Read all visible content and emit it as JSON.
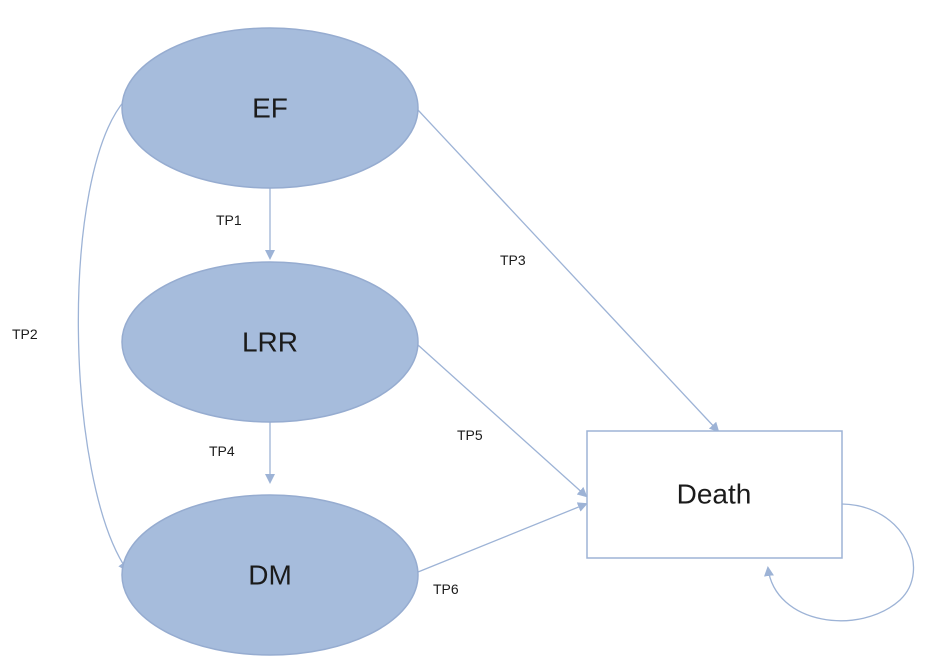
{
  "colors": {
    "state_fill": "#a6bcdc",
    "state_stroke": "#96acd0",
    "arrow": "#9db3d6",
    "box_stroke": "#9db3d6",
    "text": "#1b1b1b"
  },
  "nodes": {
    "ef": {
      "label": "EF"
    },
    "lrr": {
      "label": "LRR"
    },
    "dm": {
      "label": "DM"
    },
    "death": {
      "label": "Death"
    }
  },
  "edges": {
    "tp1": {
      "label": "TP1",
      "from": "EF",
      "to": "LRR"
    },
    "tp2": {
      "label": "TP2",
      "from": "EF",
      "to": "DM"
    },
    "tp3": {
      "label": "TP3",
      "from": "EF",
      "to": "Death"
    },
    "tp4": {
      "label": "TP4",
      "from": "LRR",
      "to": "DM"
    },
    "tp5": {
      "label": "TP5",
      "from": "LRR",
      "to": "Death"
    },
    "tp6": {
      "label": "TP6",
      "from": "DM",
      "to": "Death"
    },
    "self_loop": {
      "from": "Death",
      "to": "Death"
    }
  }
}
